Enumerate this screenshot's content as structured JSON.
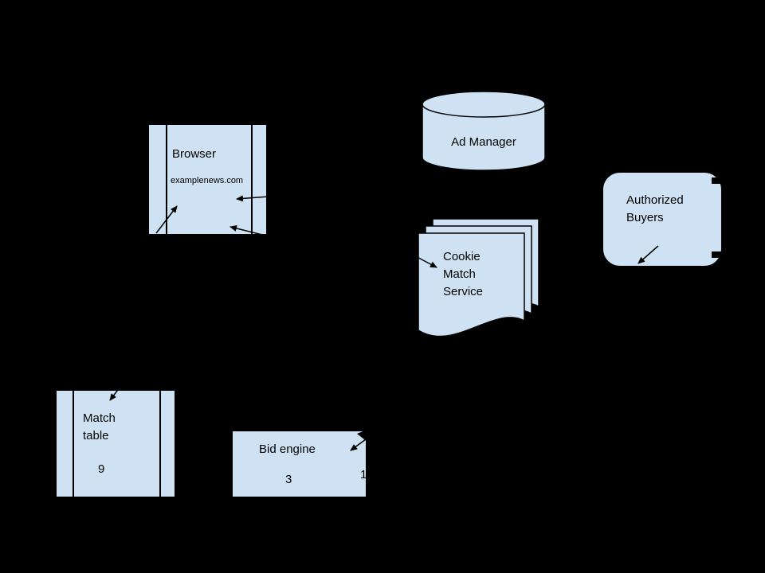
{
  "diagram": {
    "colors": {
      "background": "#000000",
      "node_fill": "#cfe2f3",
      "line": "#000000",
      "text": "#000000"
    }
  },
  "nodes": {
    "browser": {
      "title": "Browser",
      "url": "examplenews.com"
    },
    "ad_manager": {
      "label": "Ad Manager"
    },
    "cookie_match_service": {
      "lines": [
        "Cookie",
        "Match",
        "Service"
      ]
    },
    "authorized_buyers": {
      "lines": [
        "Authorized",
        "Buyers"
      ]
    },
    "match_table": {
      "lines": [
        "Match",
        "table"
      ],
      "step": "9"
    },
    "bid_engine": {
      "label": "Bid engine",
      "step": "3"
    },
    "partial_step": {
      "label": "1"
    }
  }
}
